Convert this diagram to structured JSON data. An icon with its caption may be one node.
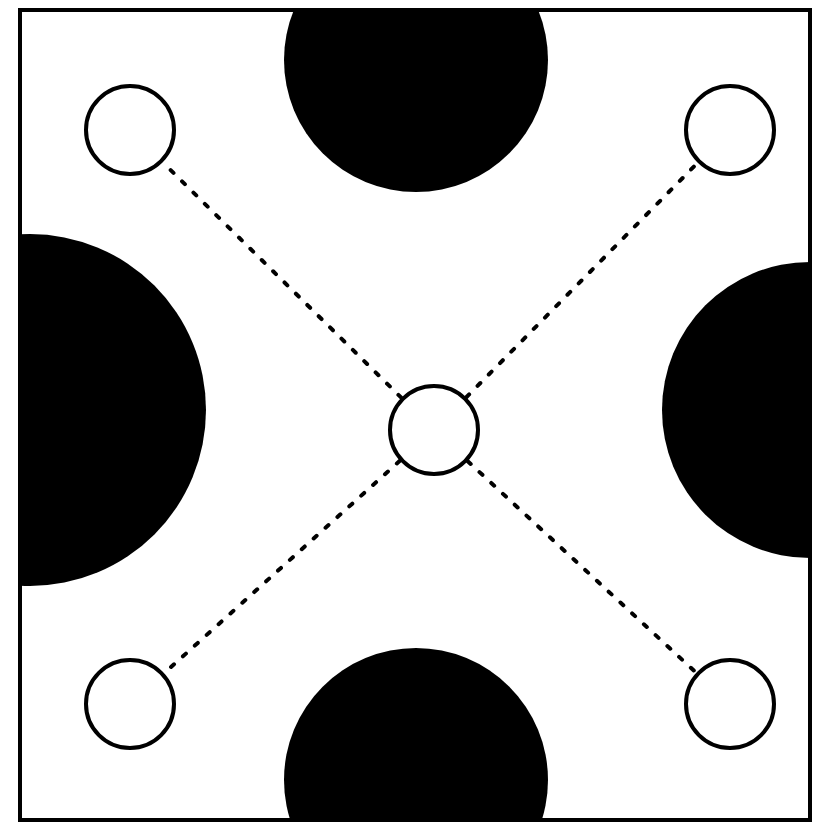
{
  "diagram": {
    "nodes": [
      {
        "text": [],
        "shape": "circle"
      },
      {
        "text": [],
        "shape": "circle"
      },
      {
        "text": [],
        "shape": "circle"
      },
      {
        "text": [],
        "shape": "circle"
      },
      {
        "text": [],
        "shape": "circle"
      }
    ],
    "edges": [
      {
        "from": 2,
        "to": 0,
        "arrow": "none",
        "style": "dashed"
      },
      {
        "from": 2,
        "to": 1,
        "arrow": "none",
        "style": "dashed"
      },
      {
        "from": 2,
        "to": 3,
        "arrow": "none",
        "style": "dashed"
      },
      {
        "from": 2,
        "to": 4,
        "arrow": "none",
        "style": "dashed"
      }
    ]
  }
}
